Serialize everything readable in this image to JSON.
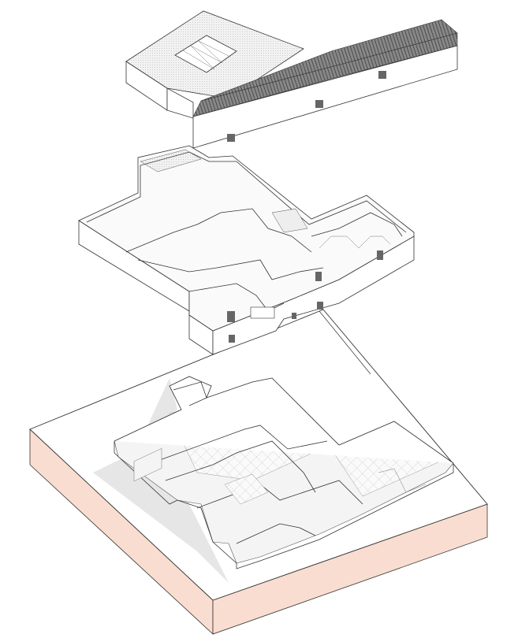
{
  "drawing": {
    "type": "exploded-axonometric",
    "levels": [
      "roof",
      "upper-floor",
      "ground-floor"
    ],
    "colors": {
      "line": "#333333",
      "slab_side": "#f9ddd0",
      "slab_top": "#ffffff",
      "shadow": "#e6e6e6",
      "roof_tiles": "#555555"
    }
  }
}
